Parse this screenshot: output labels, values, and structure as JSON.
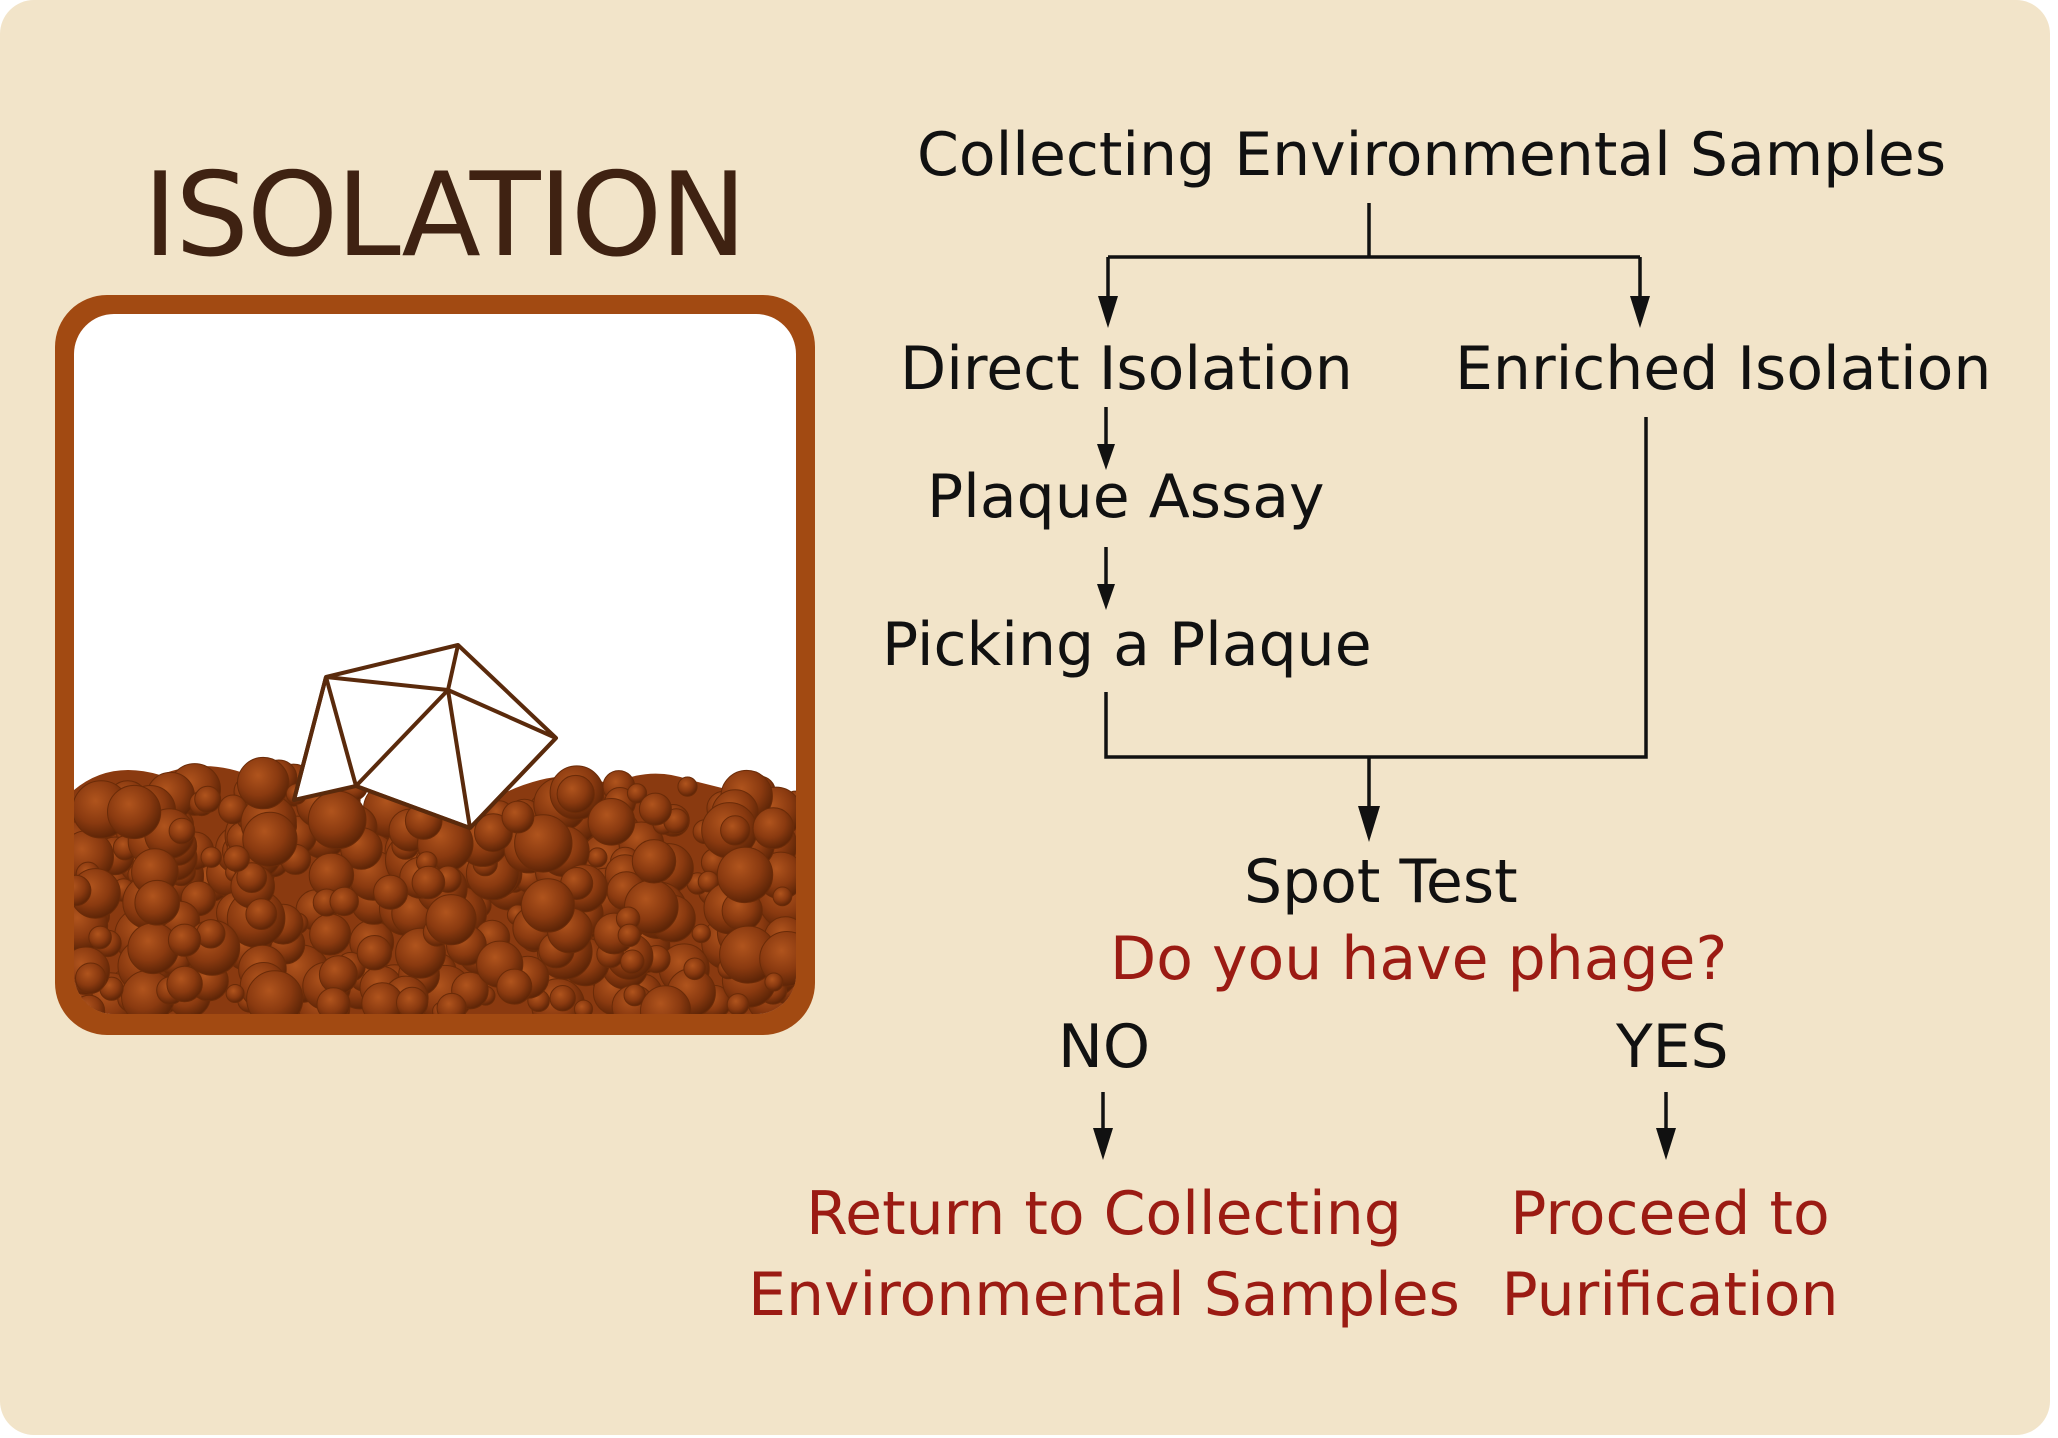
{
  "title": "ISOLATION",
  "flow": {
    "collecting": "Collecting Environmental Samples",
    "direct": "Direct Isolation",
    "enriched": "Enriched Isolation",
    "plaque_assay": "Plaque Assay",
    "picking": "Picking a Plaque",
    "spot_test": "Spot Test",
    "question": "Do you have phage?",
    "no": "NO",
    "yes": "YES",
    "return_line1": "Return to Collecting",
    "return_line2": "Environmental Samples",
    "proceed_line1": "Proceed to",
    "proceed_line2": "Purification"
  },
  "colors": {
    "background": "#f2e4c9",
    "frame": "#a24a12",
    "soil": "#8a3a10",
    "title": "#3f2212",
    "answer": "#9b1b13"
  },
  "icons": {
    "illustration": "phage-in-soil-icon"
  }
}
